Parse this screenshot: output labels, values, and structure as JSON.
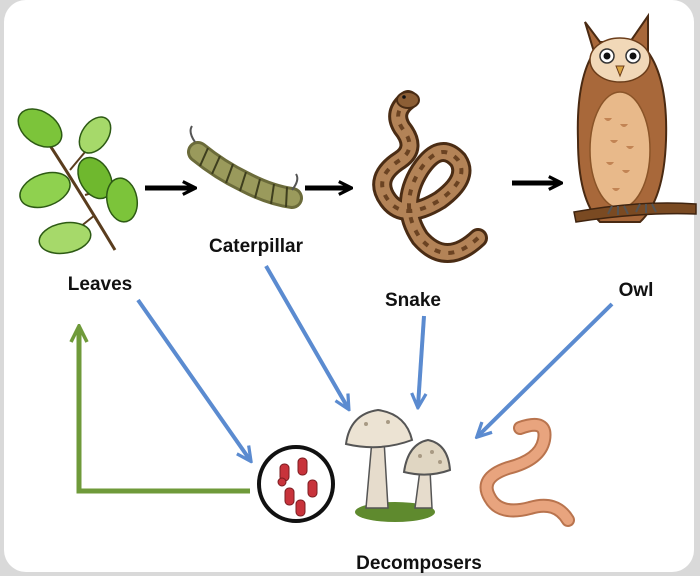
{
  "organisms": {
    "leaves": "Leaves",
    "caterpillar": "Caterpillar",
    "snake": "Snake",
    "owl": "Owl",
    "decomposers": "Decomposers"
  },
  "colors": {
    "food_chain_arrow": "#000000",
    "decomposition_arrow": "#5b8bd0",
    "recycle_arrow": "#6f9a3a",
    "leaf_green": "#7cc43a",
    "owl_brown": "#a8683a",
    "worm_pink": "#e8a47e"
  }
}
